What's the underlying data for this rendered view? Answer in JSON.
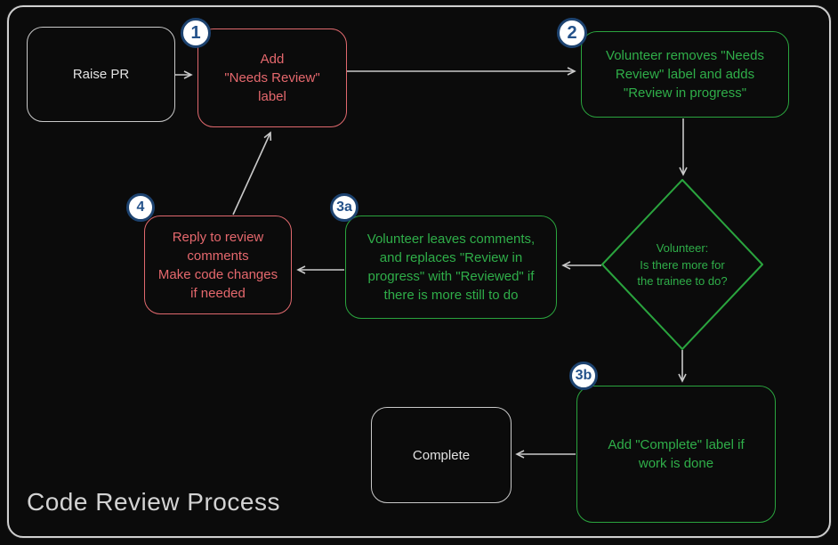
{
  "title": "Code Review Process",
  "nodes": {
    "raise_pr": {
      "label": "Raise PR"
    },
    "step1": {
      "label": "Add\n\"Needs Review\"\nlabel"
    },
    "step2": {
      "label": "Volunteer removes \"Needs\nReview\" label and adds\n\"Review in progress\""
    },
    "decision": {
      "label": "Volunteer:\nIs there more for\nthe trainee to do?"
    },
    "step3a": {
      "label": "Volunteer leaves comments,\nand replaces \"Review in\nprogress\" with \"Reviewed\" if\nthere is more still to do"
    },
    "step4": {
      "label": "Reply to review\ncomments\nMake code changes\nif needed"
    },
    "step3b": {
      "label": "Add \"Complete\" label if\nwork is done"
    },
    "complete": {
      "label": "Complete"
    }
  },
  "badges": {
    "step1": "1",
    "step2": "2",
    "step3a": "3a",
    "step3b": "3b",
    "step4": "4"
  },
  "colors": {
    "red_accent": "#e0696e",
    "green_accent": "#2aa43e",
    "badge_border": "#1d4370",
    "badge_text": "#24528a",
    "arrow": "#c9c9c9",
    "neutral_border": "#cfcfcf",
    "light_text": "#e2e2e2",
    "canvas_background": "#0b0b0b"
  }
}
